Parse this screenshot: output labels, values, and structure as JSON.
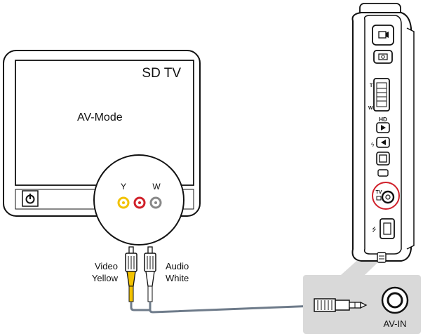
{
  "tv": {
    "title": "SD TV",
    "mode": "AV-Mode"
  },
  "ports": {
    "y": "Y",
    "w": "W",
    "colors": {
      "yellow": "#f2c200",
      "red": "#d0202a",
      "white": "#888888"
    }
  },
  "cable": {
    "video_label": "Video",
    "video_color": "Yellow",
    "audio_label": "Audio",
    "audio_color": "White",
    "color": "#6e7b8a"
  },
  "camera": {
    "tv_out_label": "TV",
    "hd_label": "HD",
    "power_icon": "power-icon",
    "av_in_label": "AV-IN",
    "av_in_panel_color": "#d9d9d9"
  }
}
